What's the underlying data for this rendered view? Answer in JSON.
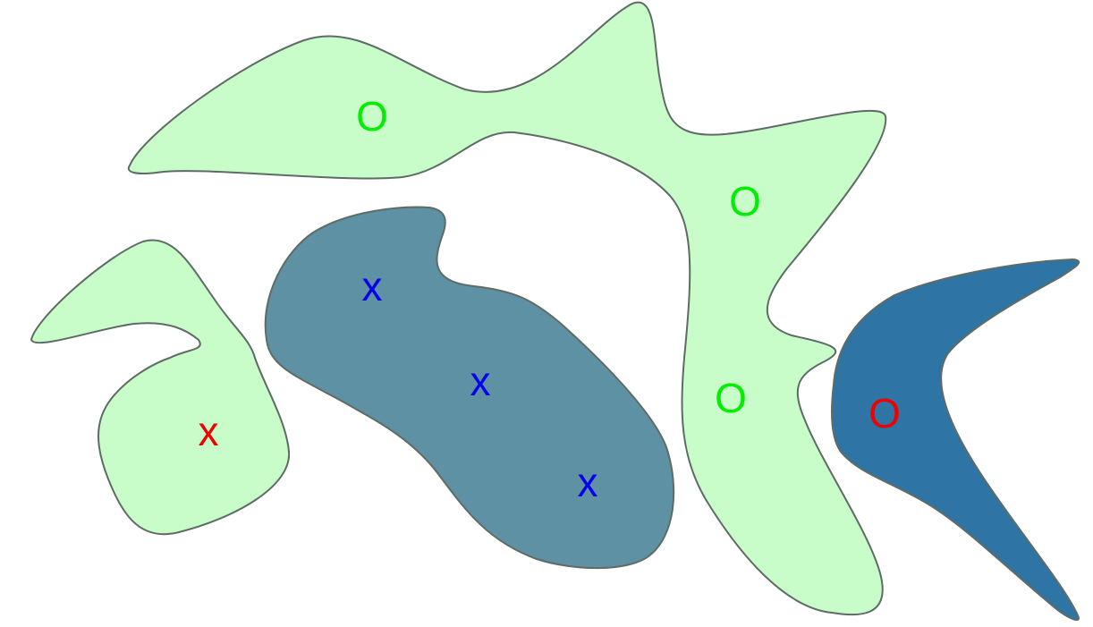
{
  "colors": {
    "light_region": "#c8fcc8",
    "teal_region": "#5e91a3",
    "blue_region": "#2e75a5",
    "outline": "#5f6b66",
    "green_marker": "#00ee00",
    "blue_marker": "#0000ee",
    "red_marker": "#ee0000"
  },
  "markers": {
    "top_o": "O",
    "right_o_upper": "O",
    "right_o_lower": "O",
    "left_x": "x",
    "middle_x_1": "x",
    "middle_x_2": "x",
    "middle_x_3": "x",
    "boomerang_o": "O"
  }
}
